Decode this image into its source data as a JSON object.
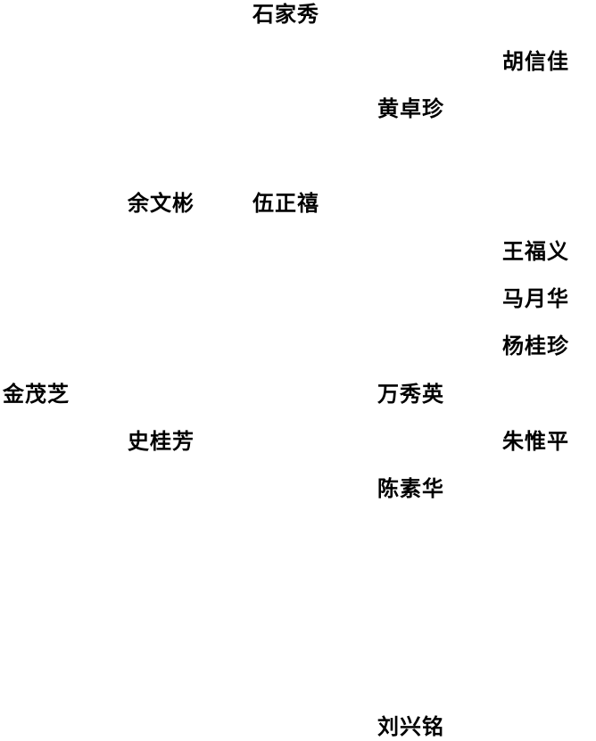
{
  "names": [
    "石家秀",
    "胡信佳",
    "黄卓珍",
    "余文彬",
    "伍正禧",
    "王福义",
    "马月华",
    "杨桂珍",
    "金茂芝",
    "万秀英",
    "史桂芳",
    "朱惟平",
    "陈素华",
    "刘兴铭"
  ]
}
